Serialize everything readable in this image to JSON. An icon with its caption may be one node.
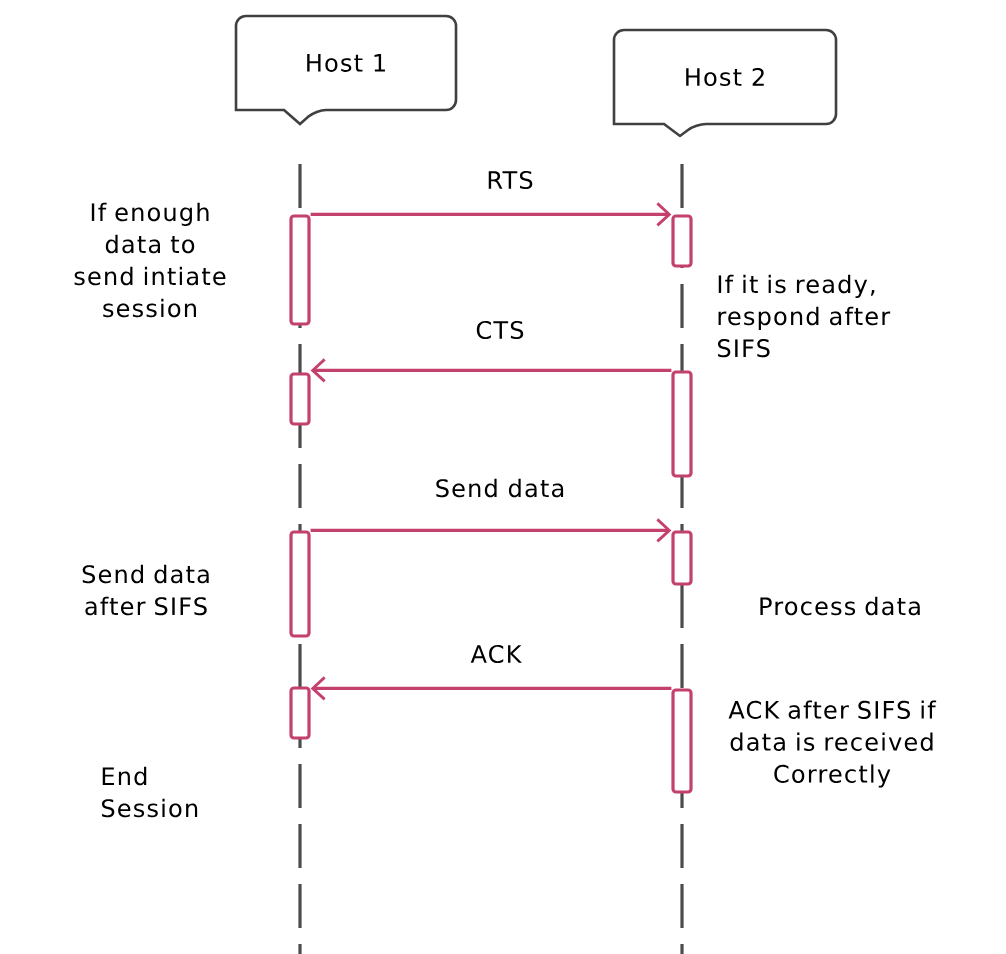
{
  "diagram": {
    "nodes": [
      {
        "text": [
          "Host 1"
        ]
      },
      {
        "text": [
          "Host 2"
        ]
      },
      {
        "text": [],
        "shape": "bar",
        "beside": [
          "If enough data to send intiate session"
        ]
      },
      {
        "text": [],
        "shape": "bar"
      },
      {
        "text": [],
        "shape": "bar",
        "beside": [
          "Send data after SIFS"
        ]
      },
      {
        "text": [],
        "shape": "bar"
      },
      {
        "text": [],
        "shape": "bar",
        "beside": [
          "If it is ready, respond after SIFS"
        ]
      },
      {
        "text": [],
        "shape": "bar"
      },
      {
        "text": [],
        "shape": "bar",
        "beside": [
          "Process data"
        ]
      },
      {
        "text": [],
        "shape": "bar",
        "beside": [
          "ACK after SIFS if data is received Correctly"
        ]
      }
    ],
    "edges": [
      {
        "from": 2,
        "to": 6,
        "arrow": "to",
        "label": "RTS"
      },
      {
        "from": 7,
        "to": 3,
        "arrow": "to",
        "label": "CTS"
      },
      {
        "from": 4,
        "to": 8,
        "arrow": "to",
        "label": "Send data"
      },
      {
        "from": 9,
        "to": 5,
        "arrow": "to",
        "label": "ACK"
      }
    ],
    "labels": [
      "End Session"
    ]
  }
}
